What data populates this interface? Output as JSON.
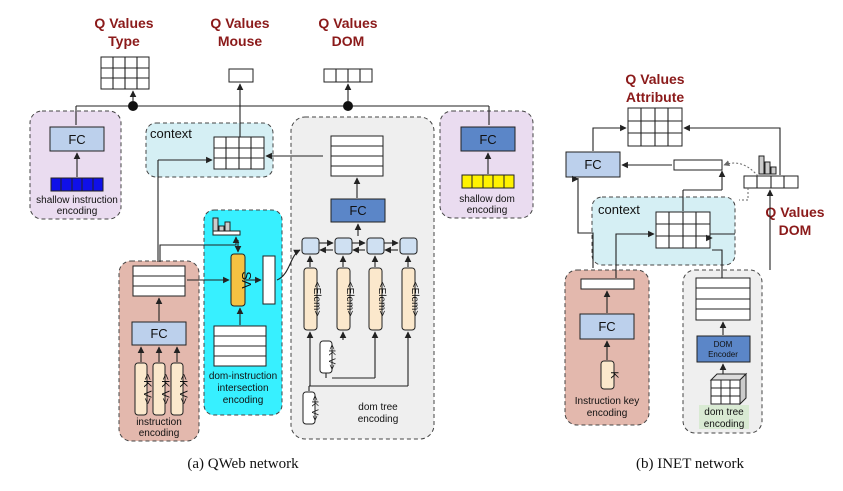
{
  "qweb": {
    "q_type": [
      "Q Values",
      "Type"
    ],
    "q_mouse": [
      "Q Values",
      "Mouse"
    ],
    "q_dom": [
      "Q Values",
      "DOM"
    ],
    "fc": "FC",
    "context": "context",
    "shallow_instruction": [
      "shallow instruction",
      "encoding"
    ],
    "shallow_dom": [
      "shallow dom",
      "encoding"
    ],
    "instruction_enc": [
      "instruction",
      "encoding"
    ],
    "token": "<K V>",
    "sa": "SA",
    "dom_instr": [
      "dom-instruction",
      "intersection",
      "encoding"
    ],
    "elem": "<Elem>",
    "kv": "<K V>",
    "dom_tree": [
      "dom tree",
      "encoding"
    ],
    "caption": "(a) QWeb network"
  },
  "inet": {
    "q_attr": [
      "Q Values",
      "Attribute"
    ],
    "q_dom": [
      "Q Values",
      "DOM"
    ],
    "fc": "FC",
    "context": "context",
    "k": "K",
    "instr_key": [
      "Instruction key",
      "encoding"
    ],
    "dom_encoder": [
      "DOM",
      "Encoder"
    ],
    "dom_tree": [
      "dom tree",
      "encoding"
    ],
    "caption": "(b) INET network"
  },
  "colors": {
    "title_red": "#8b1a1a",
    "purple_panel": "#eadcf0",
    "cyan_panel": "#d5eff4",
    "bright_cyan": "#37f0ff",
    "red_panel": "#e3b8ad",
    "gray_panel": "#efefef",
    "fc_blue": "#bcd0ec",
    "fc_dark": "#5b86c8",
    "sa_orange": "#f5c242",
    "elem_beige": "#fbe8cc",
    "enc_blue": "#1010e8",
    "enc_yellow": "#fff200"
  }
}
